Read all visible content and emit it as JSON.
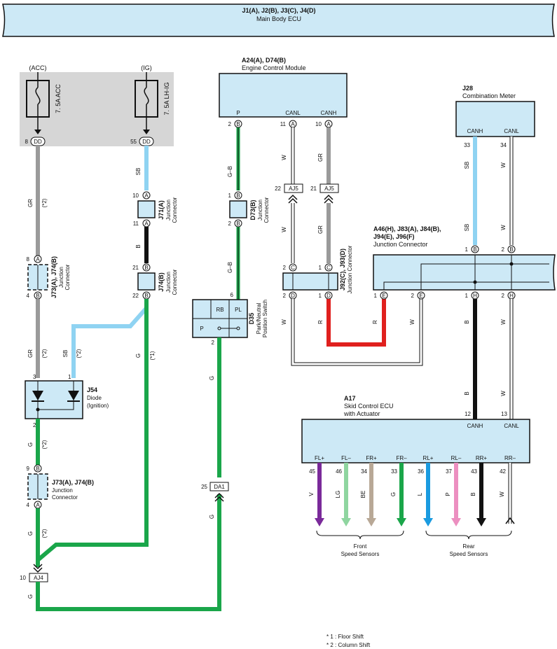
{
  "header": {
    "title": "J1(A), J2(B), J3(C), J4(D)",
    "subtitle": "Main Body ECU"
  },
  "colors": {
    "GR": "#9a9a9a",
    "SB": "#8fd3f2",
    "B": "#111111",
    "G": "#1aa64a",
    "W": "#ffffff",
    "R": "#e0201e",
    "V": "#7a2a9a",
    "LG": "#8fd5a0",
    "BE": "#b8a896",
    "L": "#1a9be0",
    "P": "#ec8fc0",
    "G_B": "#1aa64a",
    "fill": "#cde9f6",
    "gray": "#d6d6d6"
  },
  "fuses": {
    "acc_source": "(ACC)",
    "ig_source": "(IG)",
    "acc_label": "7. 5A ACC",
    "ig_label": "7. 5A LH-IG",
    "acc_pin": "8",
    "acc_conn": "DD",
    "ig_pin": "55",
    "ig_conn": "DD"
  },
  "ecm": {
    "title": "A24(A), D74(B)",
    "subtitle": "Engine Control Module",
    "pins": [
      "P",
      "CANL",
      "CANH"
    ],
    "pin_nums": [
      "2",
      "11",
      "10"
    ],
    "pin_conns": [
      "B",
      "A",
      "A"
    ]
  },
  "meter": {
    "title": "J28",
    "subtitle": "Combination Meter",
    "pins": [
      "CANH",
      "CANL"
    ],
    "pin_nums": [
      "33",
      "34"
    ]
  },
  "j71": {
    "title": "J71(A)",
    "sub1": "Junction",
    "sub2": "Connector",
    "pin_top": "10",
    "pin_bot": "11",
    "conn": "A"
  },
  "j74b": {
    "title": "J74(B)",
    "sub1": "Junction",
    "sub2": "Connector",
    "pin_top": "21",
    "pin_bot": "22",
    "conn": "B"
  },
  "j73_top": {
    "title": "J73(A), J74(B)",
    "sub1": "Junction",
    "sub2": "Connector",
    "pin_top": "8",
    "pin_bot": "4",
    "c_top": "A",
    "c_bot": "B"
  },
  "j73_bot": {
    "title": "J73(A), J74(B)",
    "sub1": "Junction",
    "sub2": "Connector",
    "pin_top": "9",
    "pin_bot": "4",
    "c_top": "B",
    "c_bot": "A"
  },
  "j54": {
    "title": "J54",
    "sub1": "Diode",
    "sub2": "(Ignition)",
    "pin3": "3",
    "pin1": "1",
    "pin2": "2"
  },
  "d73": {
    "title": "D73(B)",
    "sub1": "Junction",
    "sub2": "Connector",
    "pin_top": "1",
    "pin_bot": "2",
    "conn": "B"
  },
  "d35": {
    "title": "D35",
    "sub1": "Park/Neutral",
    "sub2": "Position Switch",
    "rb": "RB",
    "pl": "PL",
    "p": "P",
    "pin_top": "6",
    "pin_bot": "2"
  },
  "aj5": {
    "l_num": "22",
    "l_name": "AJ5",
    "r_num": "21",
    "r_name": "AJ5"
  },
  "j92": {
    "title": "J92(C), J93(D)",
    "sub1": "Junction Connector",
    "pins_top": [
      "2",
      "1"
    ],
    "c_top": [
      "C",
      "C"
    ],
    "pins_bot": [
      "2",
      "1"
    ],
    "c_bot": [
      "D",
      "D"
    ]
  },
  "a46": {
    "title1": "A46(H), J83(A), J84(B),",
    "title2": "J94(E), J96(F)",
    "subtitle": "Junction Connector",
    "top_pins": [
      "1",
      "2"
    ],
    "top_c": [
      "B",
      "B"
    ],
    "bot_pins": [
      "1",
      "2",
      "1",
      "2"
    ],
    "bot_c": [
      "E",
      "E",
      "H",
      "H"
    ]
  },
  "a17": {
    "title": "A17",
    "sub1": "Skid Control ECU",
    "sub2": "with Actuator",
    "can_nums": [
      "12",
      "13"
    ],
    "can_pins": [
      "CANH",
      "CANL"
    ],
    "pins": [
      "FL+",
      "FL–",
      "FR+",
      "FR–",
      "RL+",
      "RL–",
      "RR+",
      "RR–"
    ],
    "nums": [
      "45",
      "46",
      "34",
      "33",
      "36",
      "37",
      "43",
      "42"
    ],
    "wires": [
      "V",
      "LG",
      "BE",
      "G",
      "L",
      "P",
      "B",
      "W"
    ]
  },
  "sensors": {
    "front1": "Front",
    "front2": "Speed Sensors",
    "rear1": "Rear",
    "rear2": "Speed Sensors"
  },
  "da1": {
    "num": "25",
    "name": "DA1"
  },
  "aj4": {
    "num": "10",
    "name": "AJ4"
  },
  "wire_labels": {
    "gr": "GR",
    "sb": "SB",
    "b": "B",
    "g": "G",
    "w": "W",
    "r": "R",
    "gb": "G–B",
    "star1": "(*1)",
    "star2": "(*2)"
  },
  "notes": {
    "n1": "* 1 : Floor Shift",
    "n2": "* 2 : Column Shift"
  }
}
